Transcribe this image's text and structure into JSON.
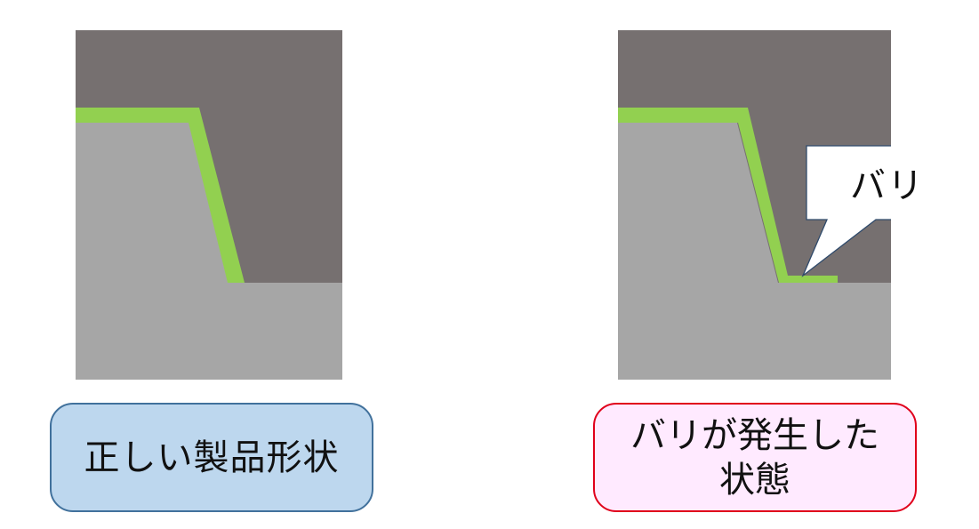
{
  "diagrams": {
    "left": {
      "caption": "正しい製品形状"
    },
    "right": {
      "callout": "バリ",
      "caption_line1": "バリが発生した",
      "caption_line2": "状態"
    }
  },
  "colors": {
    "die_dark": "#767070",
    "part_gray": "#a6a6a6",
    "edge_green": "#92d050",
    "caption_left_fill": "#bdd7ee",
    "caption_left_border": "#41719c",
    "caption_right_fill": "#ffeaff",
    "caption_right_border": "#e0001b"
  }
}
